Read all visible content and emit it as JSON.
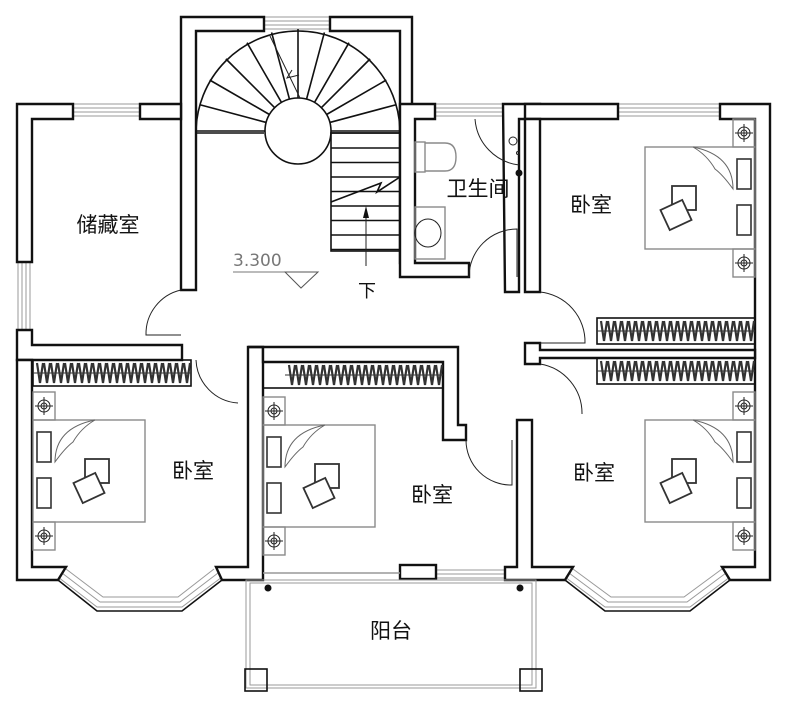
{
  "plan": {
    "title": "Second floor plan",
    "rooms": {
      "storage": "储藏室",
      "bathroom": "卫生间",
      "bedroom_ne": "卧室",
      "bedroom_sw": "卧室",
      "bedroom_center": "卧室",
      "bedroom_se": "卧室",
      "balcony": "阳台"
    },
    "stair": {
      "elevation": "3.300",
      "direction_label": "下"
    }
  },
  "colors": {
    "wall": "#111111",
    "furniture": "#8a8a8a",
    "background": "#ffffff"
  }
}
